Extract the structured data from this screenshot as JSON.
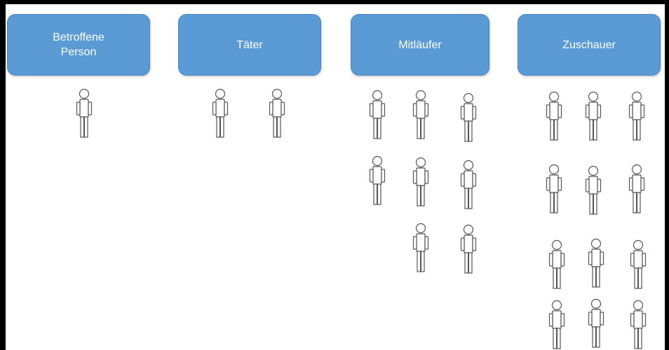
{
  "diagram": {
    "groups": [
      {
        "id": "betroffene-person",
        "label": "Betroffene\nPerson",
        "count": 1
      },
      {
        "id": "taeter",
        "label": "Täter",
        "count": 2
      },
      {
        "id": "mitlaeufer",
        "label": "Mitläufer",
        "count": 8
      },
      {
        "id": "zuschauer",
        "label": "Zuschauer",
        "count": 12
      }
    ],
    "colors": {
      "box_fill": "#5b9bd5",
      "box_text": "#ffffff",
      "figure_stroke": "#555555"
    },
    "icon": "person-outline-icon"
  }
}
